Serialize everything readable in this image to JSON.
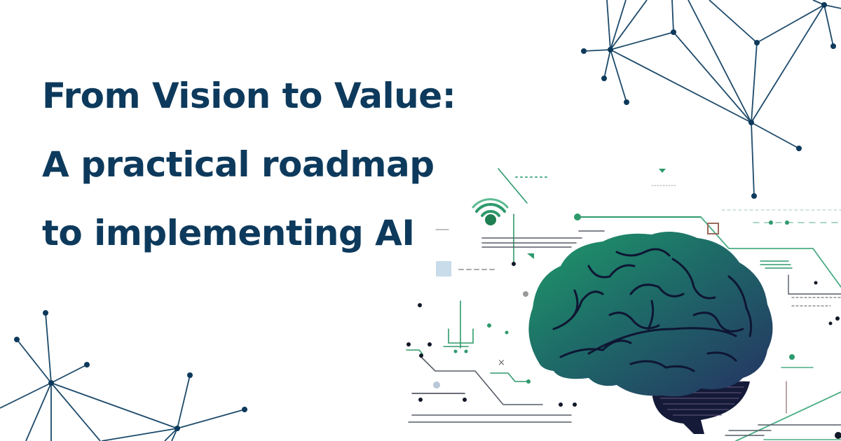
{
  "title": {
    "lines": [
      "From Vision to Value:",
      "A practical roadmap",
      "to implementing AI"
    ]
  },
  "colors": {
    "title": "#0d3a5c",
    "network": "#0d3a5c",
    "circuit_green": "#2e9a6c",
    "circuit_gray": "#555b66",
    "brain_top": "#1f8a62",
    "brain_bottom": "#24365e",
    "brain_fold": "#0e1633",
    "background": "#ffffff"
  },
  "graphics": {
    "top_right_network": "network-graph",
    "bottom_left_network": "network-graph",
    "brain": "brain-illustration",
    "wifi": "wifi-icon",
    "circuits": "circuit-lines"
  }
}
